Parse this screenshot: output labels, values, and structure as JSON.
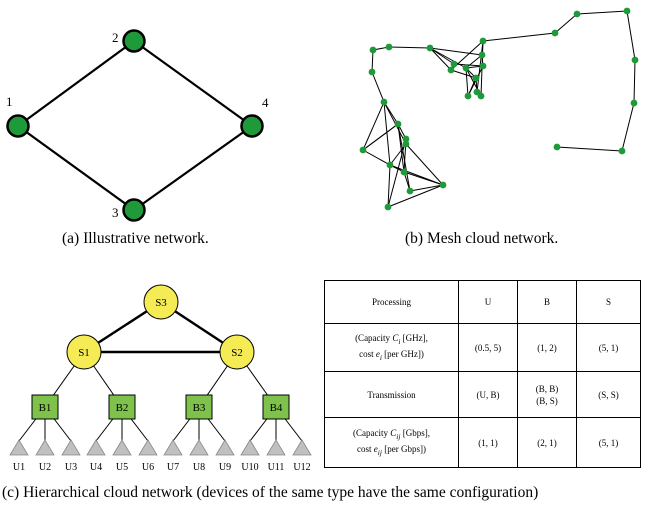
{
  "captions": {
    "a": "(a) Illustrative network.",
    "b": "(b) Mesh cloud network.",
    "c": "(c) Hierarchical cloud network (devices of the same type have the same configuration)"
  },
  "illustrative": {
    "node_color": "#1e9a3a",
    "nodes": [
      {
        "label": "1"
      },
      {
        "label": "2"
      },
      {
        "label": "3"
      },
      {
        "label": "4"
      }
    ]
  },
  "mesh": {
    "node_color": "#1e9a3a"
  },
  "hierarchical": {
    "server_color": "#f5ec55",
    "base_color": "#7ec24b",
    "user_color": "#c0c0c0",
    "servers": [
      "S3",
      "S1",
      "S2"
    ],
    "bases": [
      "B1",
      "B2",
      "B3",
      "B4"
    ],
    "users": [
      "U1",
      "U2",
      "U3",
      "U4",
      "U5",
      "U6",
      "U7",
      "U8",
      "U9",
      "U10",
      "U11",
      "U12"
    ]
  },
  "table": {
    "processing_label": "Processing",
    "col_u": "U",
    "col_b": "B",
    "col_s": "S",
    "proc_params_line1_pre": "(Capacity ",
    "proc_params_line1_var": "C",
    "proc_params_line1_sub": "i",
    "proc_params_line1_post": " [GHz],",
    "proc_params_line2_pre": "cost ",
    "proc_params_line2_var": "e",
    "proc_params_line2_sub": "i",
    "proc_params_line2_post": " [per GHz])",
    "proc_u": "(0.5, 5)",
    "proc_b": "(1, 2)",
    "proc_s": "(5, 1)",
    "transmission_label": "Transmission",
    "trans_u": "(U, B)",
    "trans_b_line1": "(B, B)",
    "trans_b_line2": "(B, S)",
    "trans_s": "(S, S)",
    "trans_params_line1_pre": "(Capacity ",
    "trans_params_line1_var": "C",
    "trans_params_line1_sub": "ij",
    "trans_params_line1_post": " [Gbps],",
    "trans_params_line2_pre": "cost ",
    "trans_params_line2_var": "e",
    "trans_params_line2_sub": "ij",
    "trans_params_line2_post": " [per Gbps])",
    "trans_val_u": "(1, 1)",
    "trans_val_b": "(2, 1)",
    "trans_val_s": "(5, 1)"
  }
}
